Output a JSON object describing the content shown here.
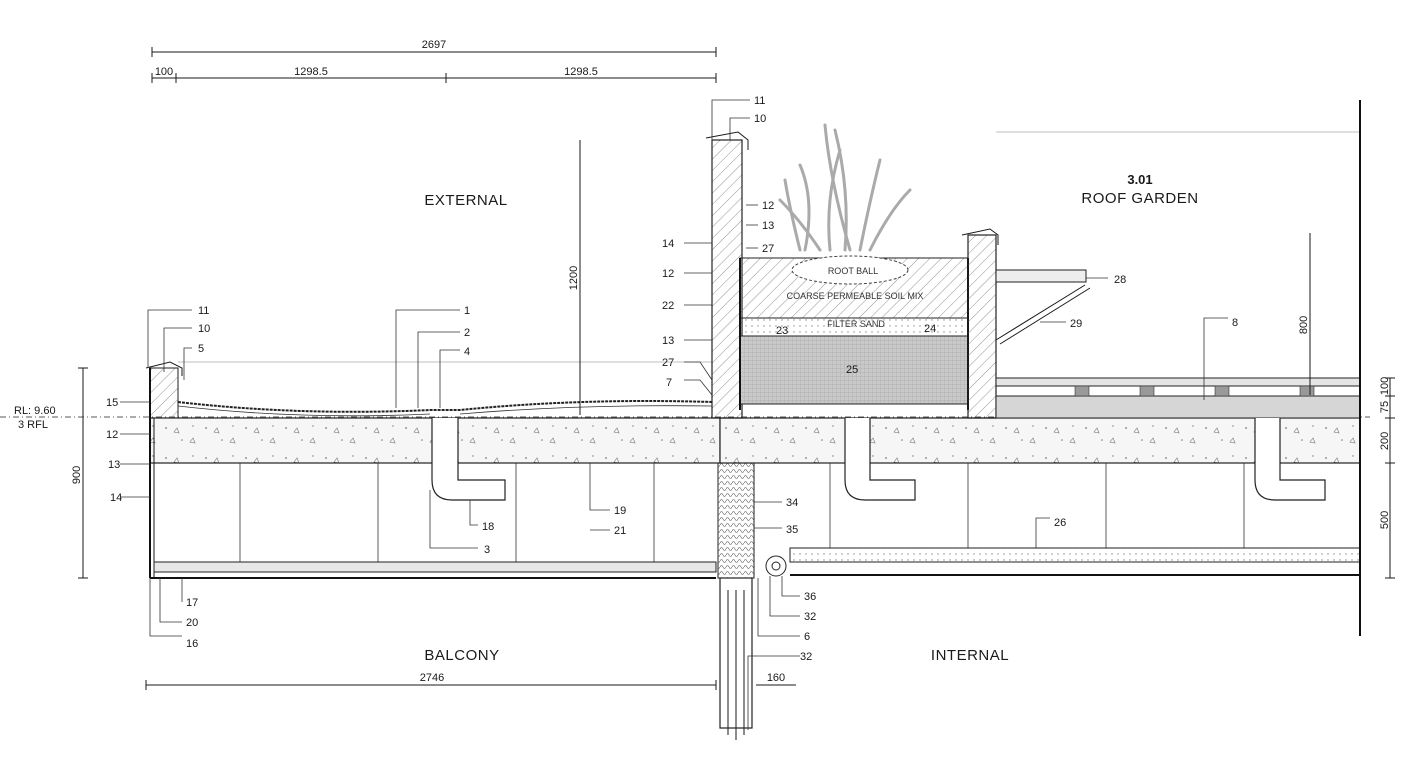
{
  "zones": {
    "external": "EXTERNAL",
    "balcony": "BALCONY",
    "internal": "INTERNAL",
    "garden_number": "3.01",
    "garden_name": "ROOF GARDEN"
  },
  "level": {
    "rl": "RL: 9.60",
    "floor": "3 RFL"
  },
  "soil_layers": {
    "root_ball": "ROOT BALL",
    "soil_mix": "COARSE PERMEABLE SOIL MIX",
    "filter_sand": "FILTER SAND"
  },
  "dimensions": {
    "top_overall": "2697",
    "top_a": "100",
    "top_b": "1298.5",
    "top_c": "1298.5",
    "bottom_overall": "2746",
    "bottom_gap": "160",
    "rail_height": "1200",
    "left_height": "900",
    "right_a": "800",
    "right_b": "100",
    "right_c": "75",
    "right_d": "200",
    "right_e": "500"
  },
  "callouts": {
    "l11": "11",
    "l10": "10",
    "l5": "5",
    "l15": "15",
    "l12": "12",
    "l13": "13",
    "l14": "14",
    "l17": "17",
    "l20": "20",
    "l16": "16",
    "m1": "1",
    "m2": "2",
    "m4": "4",
    "m18": "18",
    "m3": "3",
    "m19": "19",
    "m21": "21",
    "w11": "11",
    "w10": "10",
    "w12a": "12",
    "w13a": "13",
    "w27a": "27",
    "w14": "14",
    "w12b": "12",
    "w22": "22",
    "w13b": "13",
    "w27b": "27",
    "w7": "7",
    "p23": "23",
    "p24": "24",
    "p25": "25",
    "r28": "28",
    "r29": "29",
    "r8": "8",
    "r26": "26",
    "c34": "34",
    "c35": "35",
    "c36": "36",
    "c32a": "32",
    "c6": "6",
    "c32b": "32"
  }
}
